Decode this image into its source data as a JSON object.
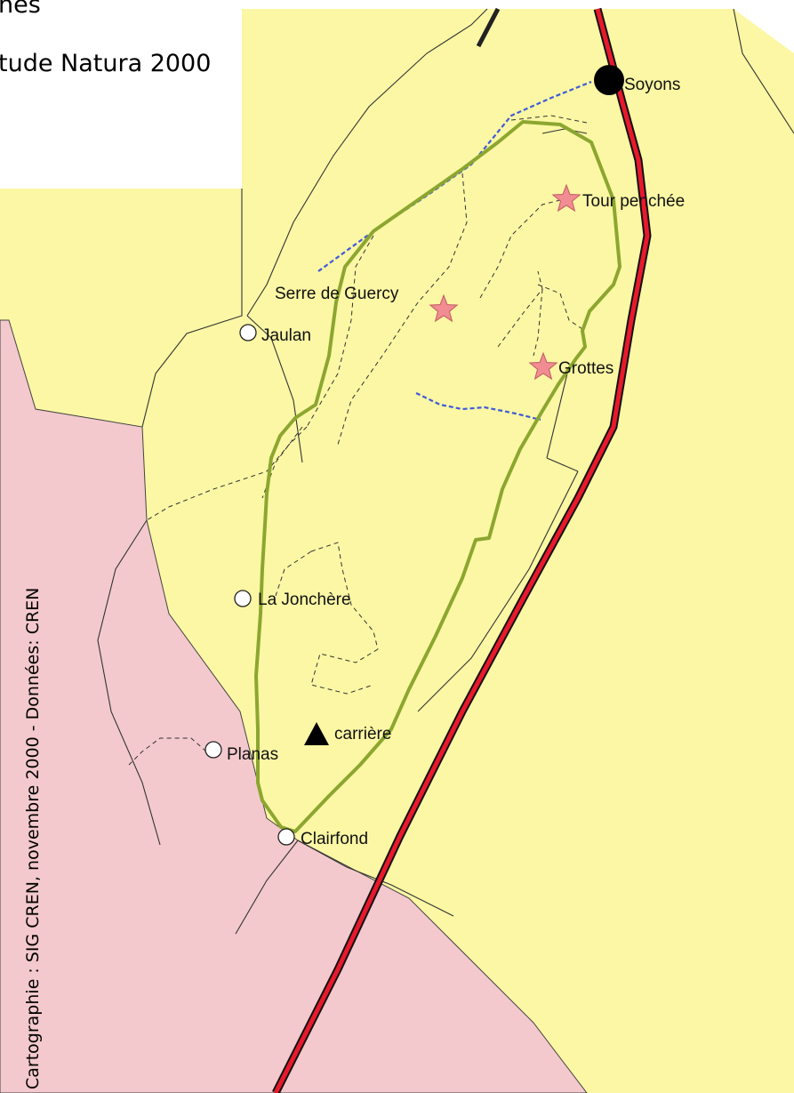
{
  "title": {
    "line1": "nes",
    "line2": "tude Natura 2000"
  },
  "credit": "Cartographie : SIG CREN, novembre 2000 - Données: CREN",
  "places": {
    "soyons": "Soyons",
    "tour_penchee": "Tour penchée",
    "serre_de_guercy": "Serre de Guercy",
    "jaulan": "Jaulan",
    "grottes": "Grottes",
    "la_jonchere": "La Jonchère",
    "carriere": "carrière",
    "planas": "Planas",
    "clairfond": "Clairfond"
  },
  "legend_symbols": {
    "town": "filled-circle",
    "hamlet": "open-circle",
    "site_of_interest": "pink-star",
    "quarry": "black-triangle"
  },
  "colors": {
    "zone_yellow": "#fbf7a4",
    "zone_pink": "#f3c9cd",
    "perimeter_green": "#8ca630",
    "main_road_red": "#e8192c",
    "stream_blue": "#3f5ad9",
    "star_pink": "#f08c92"
  }
}
